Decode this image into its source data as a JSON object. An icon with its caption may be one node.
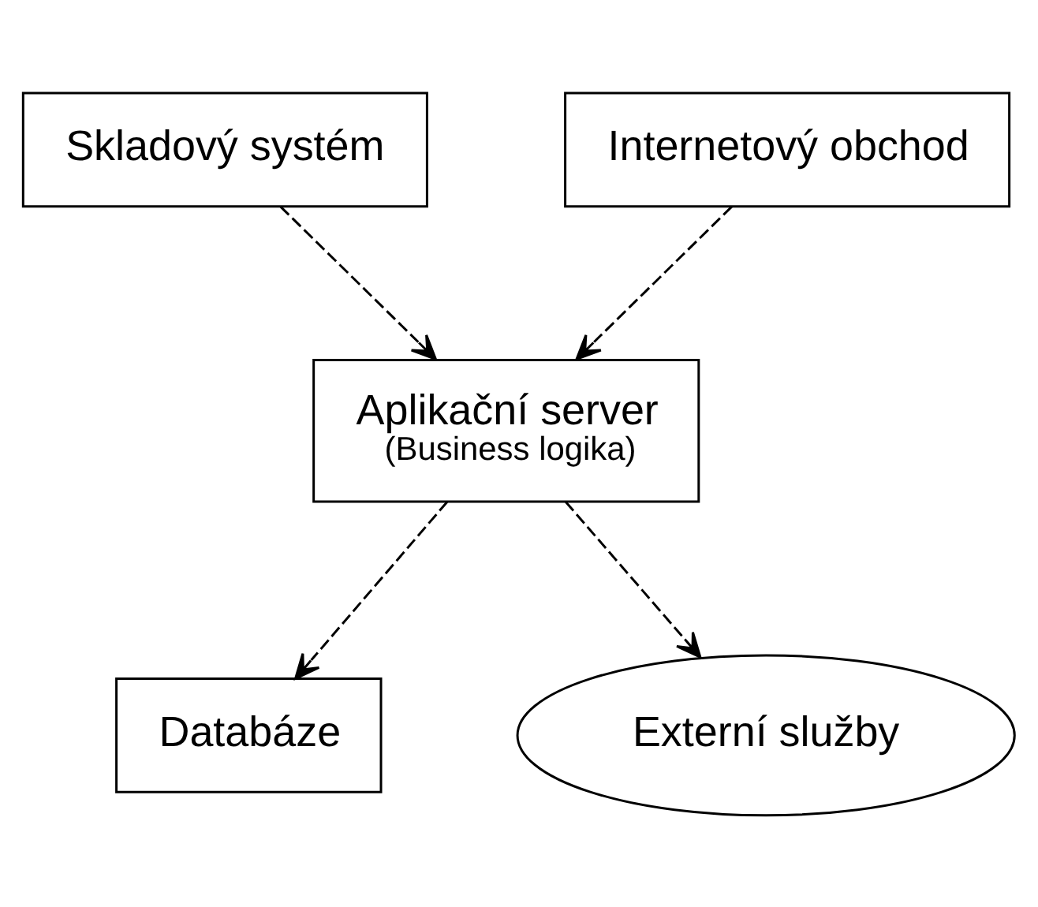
{
  "diagram": {
    "nodes": [
      {
        "text": [
          "Skladový systém"
        ]
      },
      {
        "text": [
          "Internetový obchod"
        ]
      },
      {
        "text": [
          "Aplikační server",
          "(Business logika)"
        ]
      },
      {
        "text": [
          "Databáze"
        ]
      },
      {
        "text": [
          "Externí služby"
        ]
      }
    ],
    "edges": [
      {
        "from": 0,
        "to": 2,
        "arrow": "to",
        "style": "dashed"
      },
      {
        "from": 1,
        "to": 2,
        "arrow": "to",
        "style": "dashed"
      },
      {
        "from": 2,
        "to": 3,
        "arrow": "to",
        "style": "dashed"
      },
      {
        "from": 2,
        "to": 4,
        "arrow": "to",
        "style": "dashed"
      }
    ]
  }
}
